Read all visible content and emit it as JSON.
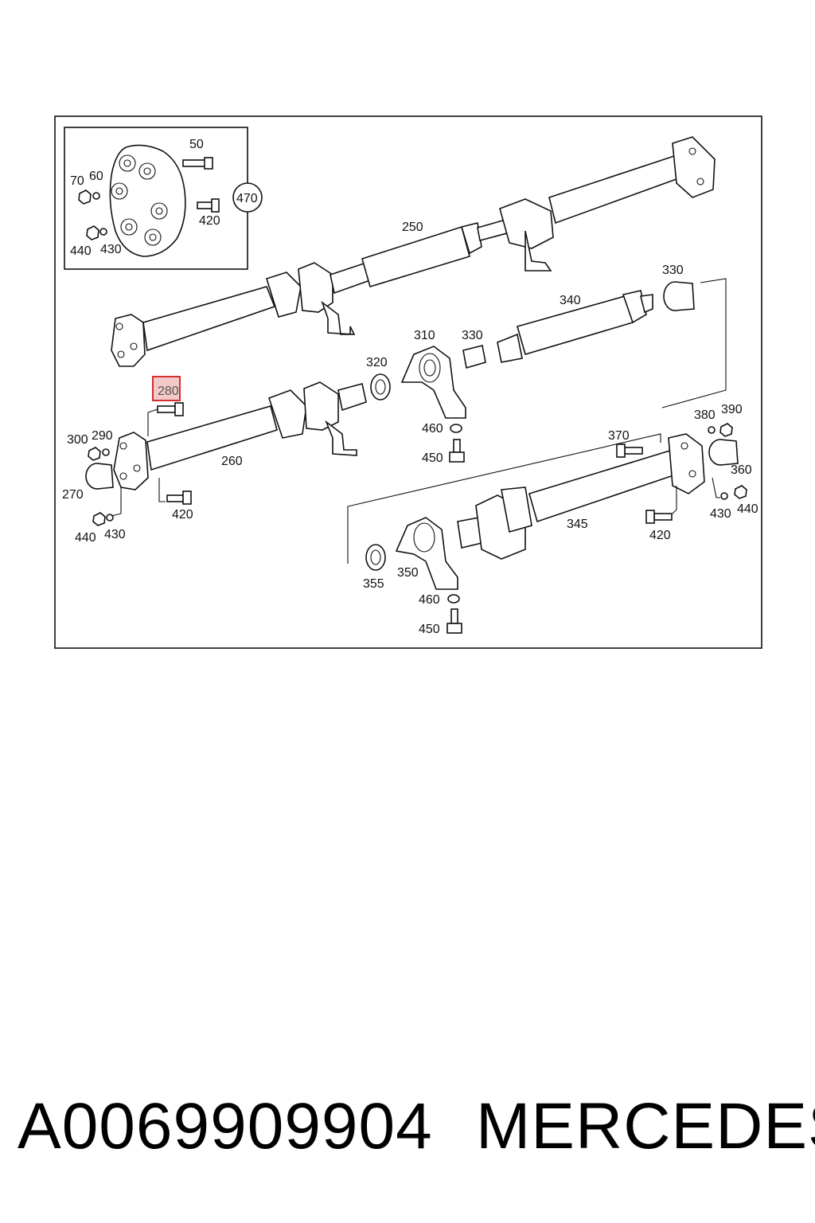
{
  "labels": {
    "l50": "50",
    "l70": "70",
    "l60": "60",
    "l470": "470",
    "l420a": "420",
    "l440a": "440",
    "l430a": "430",
    "l250": "250",
    "l330a": "330",
    "l340": "340",
    "l310": "310",
    "l330b": "330",
    "l320": "320",
    "l280": "280",
    "l300": "300",
    "l290": "290",
    "l260": "260",
    "l270": "270",
    "l420b": "420",
    "l440b": "440",
    "l430b": "430",
    "l460a": "460",
    "l450a": "450",
    "l380": "380",
    "l390": "390",
    "l370": "370",
    "l360": "360",
    "l430c": "430",
    "l440c": "440",
    "l345": "345",
    "l420c": "420",
    "l355": "355",
    "l350": "350",
    "l460b": "460",
    "l450b": "450"
  },
  "footer": {
    "part_number": "A0069909904",
    "brand": "MERCEDES"
  },
  "colors": {
    "highlight_fill": "#f3c9c9",
    "highlight_border": "#d32f2f"
  }
}
